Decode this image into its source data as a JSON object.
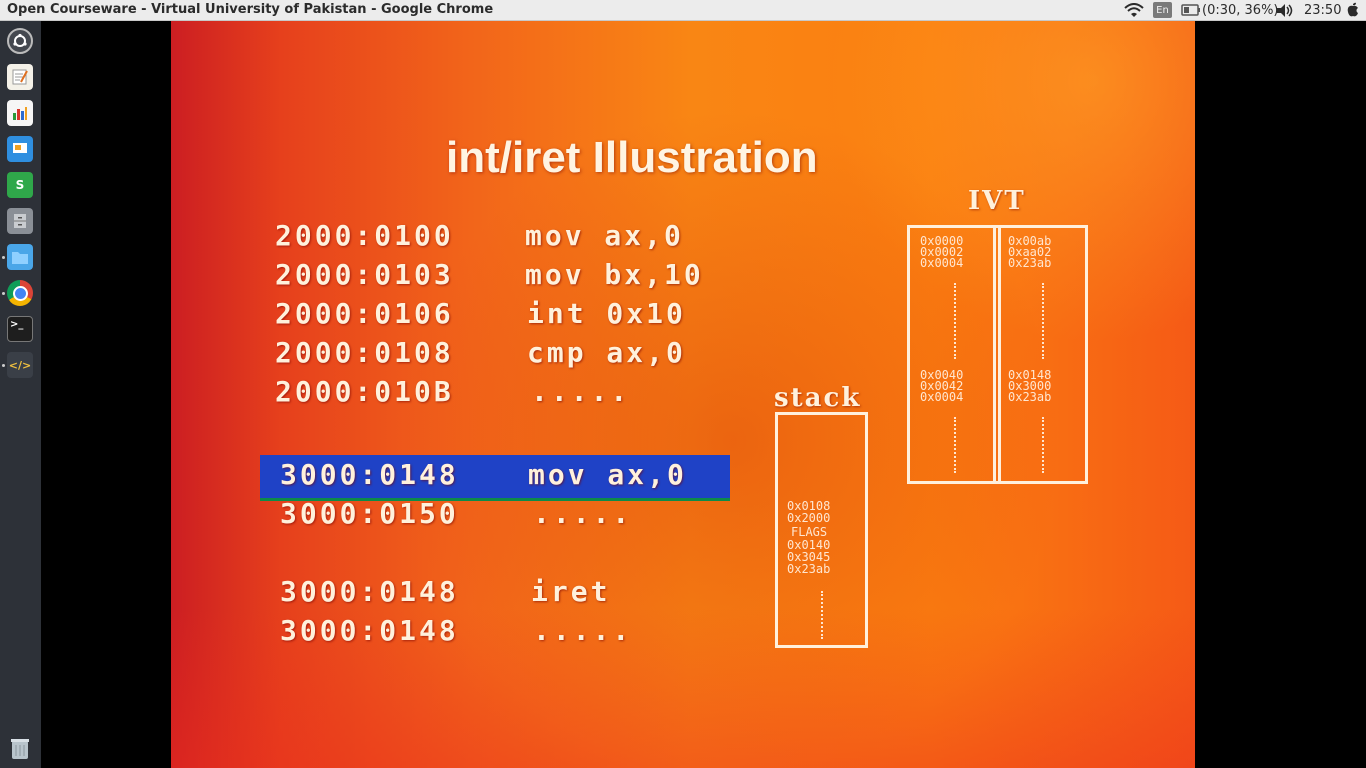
{
  "window": {
    "title": "Open Courseware - Virtual University of Pakistan - Google Chrome"
  },
  "tray": {
    "keyboard_layout": "En",
    "battery": "(0:30, 36%)",
    "clock": "23:50",
    "icons": [
      "wifi-icon",
      "battery-icon",
      "volume-icon",
      "power-icon"
    ]
  },
  "launcher": {
    "items": [
      "ubuntu-dash-icon",
      "text-editor-icon",
      "spreadsheet-icon",
      "presentation-icon",
      "slides-app-icon",
      "file-cabinet-icon",
      "files-icon",
      "chrome-icon",
      "terminal-icon",
      "code-editor-icon",
      "trash-icon"
    ]
  },
  "slide": {
    "title": "int/iret Illustration",
    "code_rows": [
      {
        "address": "2000:0100",
        "instruction": "mov ax,0"
      },
      {
        "address": "2000:0103",
        "instruction": "mov bx,10"
      },
      {
        "address": "2000:0106",
        "instruction": "int 0x10"
      },
      {
        "address": "2000:0108",
        "instruction": "cmp ax,0"
      },
      {
        "address": "2000:010B",
        "instruction": "....."
      },
      {
        "address": "3000:0148",
        "instruction": "mov ax,0"
      },
      {
        "address": "3000:0150",
        "instruction": "....."
      },
      {
        "address": "3000:0148",
        "instruction": "iret"
      },
      {
        "address": "3000:0148",
        "instruction": "....."
      }
    ],
    "highlighted_row_index": 5,
    "ivt": {
      "label": "IVT",
      "left_top": [
        "0x0000",
        "0x0002",
        "0x0004"
      ],
      "right_top": [
        "0x00ab",
        "0xaa02",
        "0x23ab"
      ],
      "left_bottom": [
        "0x0040",
        "0x0042",
        "0x0004"
      ],
      "right_bottom": [
        "0x0148",
        "0x3000",
        "0x23ab"
      ]
    },
    "stack": {
      "label": "stack",
      "entries": [
        "0x0108",
        "0x2000",
        "FLAGS",
        "0x0140",
        "0x3045",
        "0x23ab"
      ]
    }
  }
}
